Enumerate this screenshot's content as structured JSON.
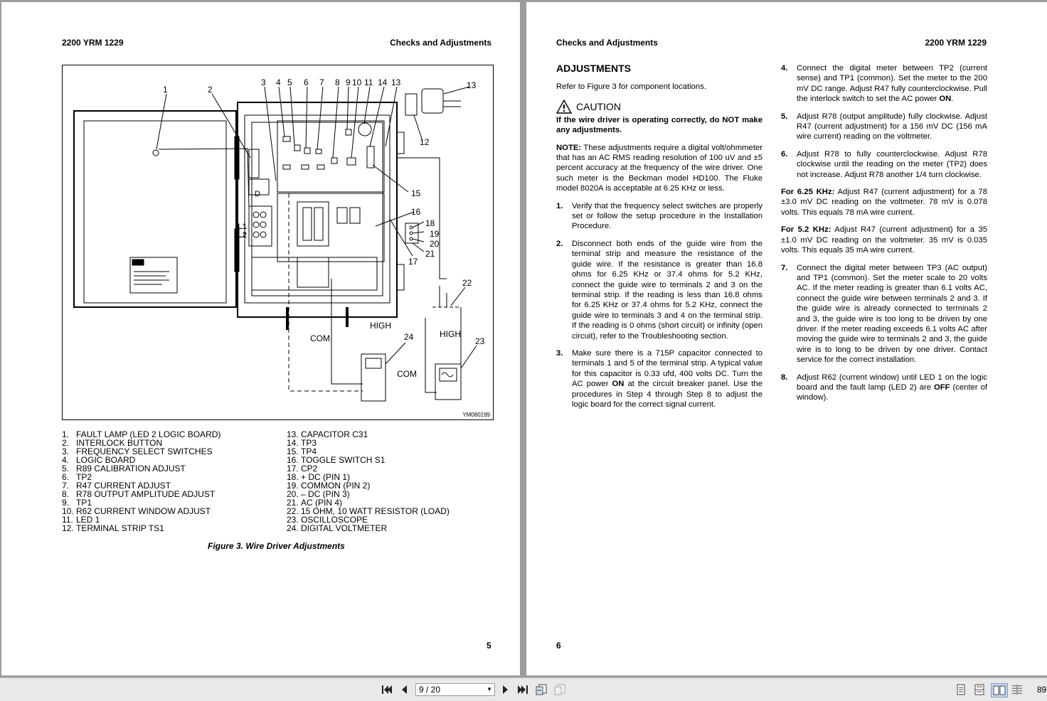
{
  "left_page": {
    "header_left": "2200 YRM 1229",
    "header_right": "Checks and Adjustments",
    "page_number": "5",
    "figure_code": "YM080199",
    "callouts": {
      "c1": "1",
      "c2": "2",
      "c3": "3",
      "c4": "4",
      "c5": "5",
      "c6": "6",
      "c7": "7",
      "c8": "8",
      "c9": "9",
      "c10": "10",
      "c11": "11",
      "c14": "14",
      "c13a": "13",
      "c13b": "13",
      "c12": "12",
      "c15": "15",
      "c16": "16",
      "c18": "18",
      "c19": "19",
      "c20": "20",
      "c21": "21",
      "c17": "17",
      "c22": "22",
      "c23": "23",
      "c24": "24",
      "l1": "L1",
      "l2": "L2",
      "d": "D",
      "high1": "HIGH",
      "high2": "HIGH",
      "com1": "COM",
      "com2": "COM"
    },
    "legend_left": [
      {
        "n": "1.",
        "t": "FAULT LAMP (LED 2 LOGIC BOARD)"
      },
      {
        "n": "2.",
        "t": "INTERLOCK BUTTON"
      },
      {
        "n": "3.",
        "t": "FREQUENCY SELECT SWITCHES"
      },
      {
        "n": "4.",
        "t": "LOGIC BOARD"
      },
      {
        "n": "5.",
        "t": "R89 CALIBRATION ADJUST"
      },
      {
        "n": "6.",
        "t": "TP2"
      },
      {
        "n": "7.",
        "t": "R47 CURRENT ADJUST"
      },
      {
        "n": "8.",
        "t": "R78 OUTPUT AMPLITUDE ADJUST"
      },
      {
        "n": "9.",
        "t": "TP1"
      },
      {
        "n": "10.",
        "t": "R62 CURRENT WINDOW ADJUST"
      },
      {
        "n": "11.",
        "t": "LED 1"
      },
      {
        "n": "12.",
        "t": "TERMINAL STRIP TS1"
      }
    ],
    "legend_right": [
      {
        "n": "13.",
        "t": "CAPACITOR C31"
      },
      {
        "n": "14.",
        "t": "TP3"
      },
      {
        "n": "15.",
        "t": "TP4"
      },
      {
        "n": "16.",
        "t": "TOGGLE SWITCH S1"
      },
      {
        "n": "17.",
        "t": "CP2"
      },
      {
        "n": "18.",
        "t": "+ DC (PIN 1)"
      },
      {
        "n": "19.",
        "t": "COMMON (PIN 2)"
      },
      {
        "n": "20.",
        "t": "– DC (PIN 3)"
      },
      {
        "n": "21.",
        "t": "AC (PIN 4)"
      },
      {
        "n": "22.",
        "t": "15 OHM, 10 WATT RESISTOR (LOAD)"
      },
      {
        "n": "23.",
        "t": "OSCILLOSCOPE"
      },
      {
        "n": "24.",
        "t": "DIGITAL VOLTMETER"
      }
    ],
    "caption": "Figure 3.  Wire Driver Adjustments"
  },
  "right_page": {
    "header_left": "Checks and Adjustments",
    "header_right": "2200 YRM 1229",
    "page_number": "6",
    "heading": "ADJUSTMENTS",
    "intro": "Refer to Figure 3 for component locations.",
    "caution_label": "CAUTION",
    "caution_text": "If the wire driver is operating correctly, do NOT make any adjustments.",
    "note_label": "NOTE:",
    "note_text": " These adjustments require a digital volt/ohmmeter that has an AC RMS reading resolution of 100 uV and ±5 percent accuracy at the frequency of the wire driver. One such meter is the Beckman model HD100. The Fluke model 8020A is acceptable at 6.25 KHz or less.",
    "steps_col1": [
      {
        "n": "1.",
        "t": "Verify that the frequency select switches are properly set or follow the setup procedure in the Installation Procedure."
      },
      {
        "n": "2.",
        "t": "Disconnect both ends of the guide wire from the terminal strip and measure the resistance of the guide wire.  If the resistance is greater than 16.8 ohms for 6.25 KHz or 37.4 ohms for 5.2 KHz, connect the guide wire to terminals 2 and 3 on the terminal strip. If the reading is less than 16.8 ohms for 6.25 KHz or 37.4 ohms for 5.2 KHz, connect the guide wire to terminals 3 and 4 on the terminal strip. If the reading is 0 ohms (short circuit) or infinity (open circuit), refer to the Troubleshooting section."
      }
    ],
    "step3": {
      "n": "3.",
      "a": "Make sure there is a 715P capacitor connected to terminals 1 and 5 of the terminal strip.  A typical value for this capacitor is 0.33 ufd, 400 volts DC. Turn the AC power ",
      "b": "ON",
      "c": " at the circuit breaker panel. Use the procedures in Step 4 through Step 8 to adjust the logic board for the correct signal current."
    },
    "step4": {
      "n": "4.",
      "a": "Connect the digital meter between TP2 (current sense) and TP1 (common).  Set the meter to the 200 mV DC range.  Adjust R47 fully counterclockwise. Pull the interlock switch to set the AC power ",
      "b": "ON",
      "c": "."
    },
    "step5": {
      "n": "5.",
      "t": "Adjust R78 (output amplitude) fully clockwise. Adjust R47 (current adjustment) for a 156 mV DC (156 mA wire current) reading on the voltmeter."
    },
    "step6": {
      "n": "6.",
      "t": "Adjust R78 to fully counterclockwise.  Adjust R78 clockwise until the reading on the meter (TP2) does not increase.  Adjust R78 another 1/4 turn clockwise."
    },
    "sub1_label": "For 6.25 KHz:",
    "sub1_text": " Adjust R47 (current adjustment) for a 78 ±3.0 mV DC reading on the voltmeter. 78 mV is 0.078 volts.  This equals 78 mA wire current.",
    "sub2_label": "For 5.2 KHz:",
    "sub2_text": " Adjust R47 (current adjustment) for a 35 ±1.0 mV DC reading on the voltmeter. 35 mV is 0.035 volts.  This equals 35 mA wire current.",
    "step7": {
      "n": "7.",
      "t": "Connect the digital meter between TP3 (AC output) and TP1 (common).  Set the meter scale to 20 volts AC. If the meter reading is greater than 6.1 volts AC, connect the guide wire between terminals 2 and 3. If the guide wire is already connected to terminals 2 and 3, the guide wire is too long to be driven by one driver.  If the meter reading exceeds 6.1 volts AC after moving the guide wire to terminals 2 and 3, the guide wire is to long to be driven by one driver. Contact service for the correct installation."
    },
    "step8": {
      "n": "8.",
      "a": "Adjust R62 (current window) until LED 1 on the logic board and the fault lamp (LED 2) are ",
      "b": "OFF",
      "c": " (center of window)."
    }
  },
  "toolbar": {
    "page_indicator": "9 / 20",
    "zoom": "89",
    "icons": [
      "first-page-icon",
      "prev-page-icon",
      "next-page-icon",
      "last-page-icon",
      "previous-view-icon",
      "next-view-icon",
      "single-page-icon",
      "continuous-icon",
      "facing-icon",
      "continuous-facing-icon"
    ]
  }
}
